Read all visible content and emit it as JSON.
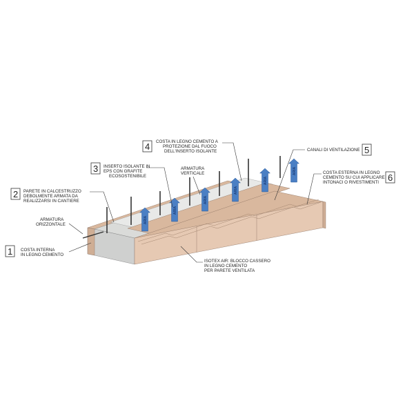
{
  "callouts": [
    {
      "number": "1",
      "lines": [
        "COSTA INTERNA",
        "IN LEGNO CEMENTO"
      ]
    },
    {
      "number": "2",
      "lines": [
        "PARETE IN CALCESTRUZZO",
        "DEBOLMENTE ARMATA DA",
        "REALIZZARSI IN CANTIERE"
      ]
    },
    {
      "number": "3",
      "lines": [
        "INSERTO ISOLANTE IN",
        "EPS CON GRAFITE",
        "ECOSOSTENIBILE"
      ]
    },
    {
      "number": "4",
      "lines": [
        "COSTA IN LEGNO CEMENTO A",
        "PROTEZIONE DAL FUOCO",
        "DELL'INSERTO ISOLANTE"
      ]
    },
    {
      "number": "5",
      "lines": [
        "CANALI DI VENTILAZIONE"
      ]
    },
    {
      "number": "6",
      "lines": [
        "COSTA ESTERNA IN LEGNO",
        "CEMENTO SU CUI APPLICARE",
        "INTONACI O RIVESTIMENTI"
      ]
    }
  ],
  "labels": {
    "armatura_orizzontale": [
      "ARMATURA",
      "ORIZZONTALE"
    ],
    "armatura_verticale": [
      "ARMATURA",
      "VERTICALE"
    ],
    "isotex": [
      "ISOTEX AIR: BLOCCO CASSERO",
      "IN LEGNO CEMENTO",
      "PER PARETE VENTILATA"
    ]
  },
  "arrow_label": "ARIA",
  "colors": {
    "wood_front": "#e6c9b3",
    "wood_top": "#d9b89e",
    "wood_end": "#cfae95",
    "concrete": "#cfd0cf",
    "concrete_top": "#dadbd9",
    "eps": "#e8e9e8",
    "arrow": "#4a7fc4",
    "rebar": "#333333"
  }
}
